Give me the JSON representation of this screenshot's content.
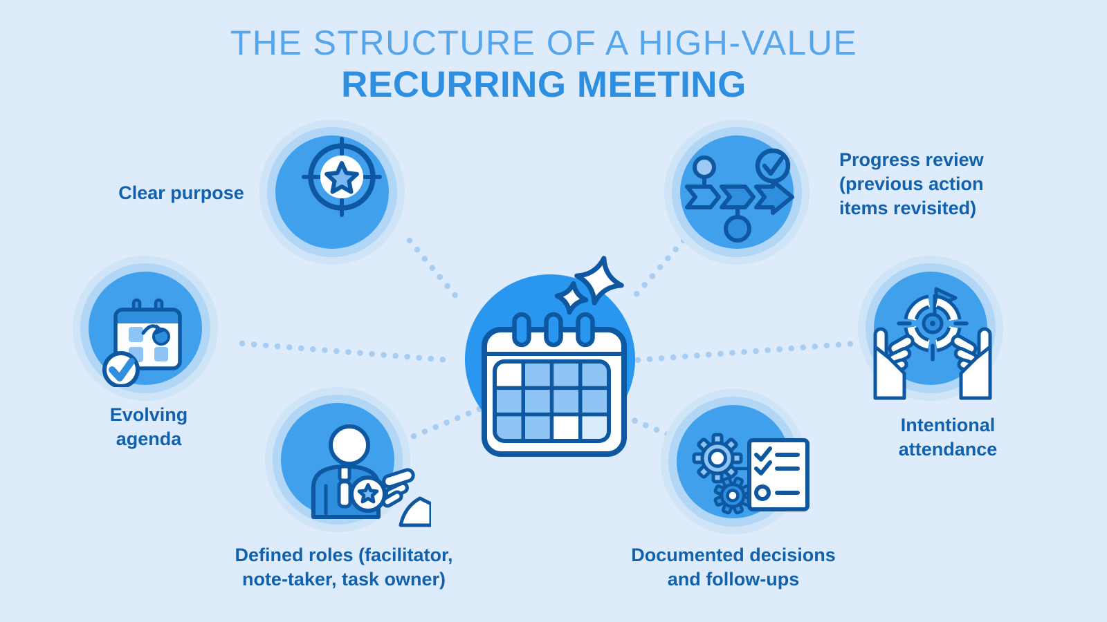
{
  "title": {
    "line1": "THE STRUCTURE OF A HIGH-VALUE",
    "line2": "RECURRING MEETING"
  },
  "center": {
    "name": "high-value recurring meeting",
    "icon": "calendar-sparkle-icon"
  },
  "nodes": [
    {
      "id": "clear-purpose",
      "label": "Clear purpose",
      "icon": "target-star-icon"
    },
    {
      "id": "progress-review",
      "label": "Progress review\n(previous action\nitems revisited)",
      "icon": "milestone-timeline-icon"
    },
    {
      "id": "evolving-agenda",
      "label": "Evolving\nagenda",
      "icon": "calendar-refresh-check-icon"
    },
    {
      "id": "intentional-attendance",
      "label": "Intentional\nattendance",
      "icon": "hands-holding-target-icon"
    },
    {
      "id": "defined-roles",
      "label": "Defined roles (facilitator,\nnote-taker, task owner)",
      "icon": "person-star-badge-icon"
    },
    {
      "id": "documented-decisions",
      "label": "Documented decisions\nand follow-ups",
      "icon": "gears-checklist-icon"
    }
  ],
  "colors": {
    "background": "#ddebfa",
    "title_light": "#57a5ea",
    "title_bold": "#2e8fe0",
    "label_text": "#1161ac",
    "halo_outer": "#d0e4f8",
    "halo_mid": "#b1d6f6",
    "node_circle": "#40a0ec",
    "hub_circle": "#2997ef",
    "outline_dark": "#0e57a1",
    "fill_medium": "#2f8fde",
    "fill_light": "#8fc5f5",
    "connector_dot": "#a9cdf0"
  }
}
